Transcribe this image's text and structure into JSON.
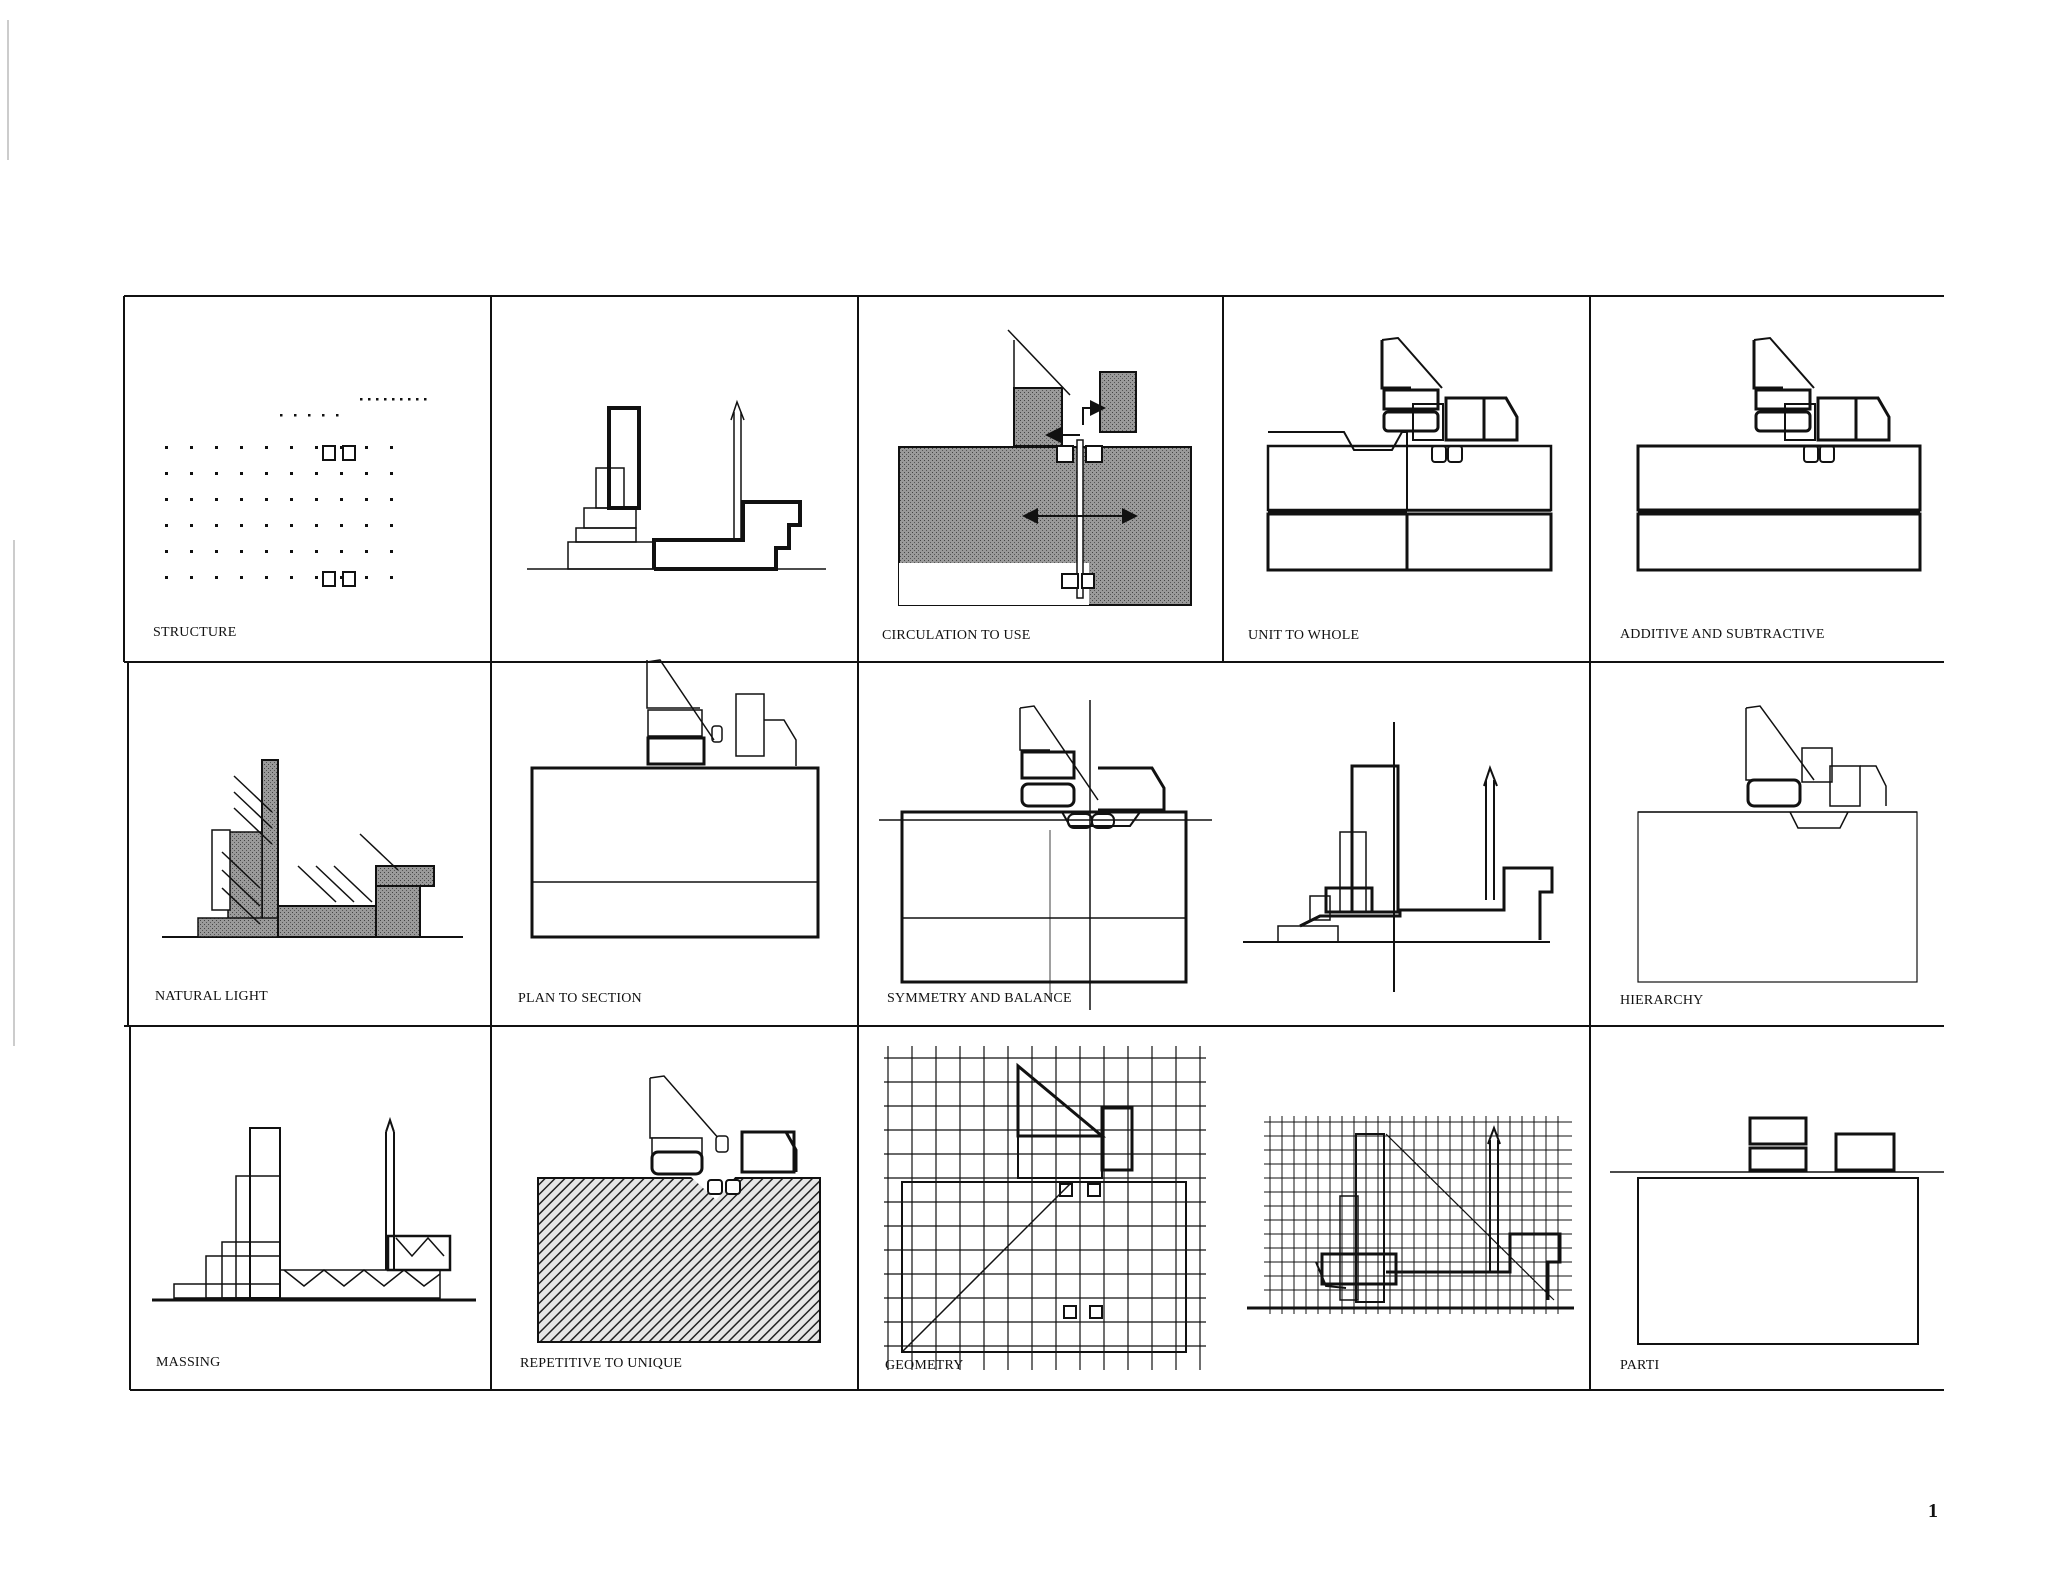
{
  "page": {
    "page_number": "1",
    "cells": [
      {
        "label": "STRUCTURE"
      },
      {
        "label": ""
      },
      {
        "label": "CIRCULATION TO USE"
      },
      {
        "label": "UNIT TO WHOLE"
      },
      {
        "label": "ADDITIVE AND SUBTRACTIVE"
      },
      {
        "label": "NATURAL LIGHT"
      },
      {
        "label": "PLAN TO SECTION"
      },
      {
        "label": "SYMMETRY AND BALANCE"
      },
      {
        "label": ""
      },
      {
        "label": "HIERARCHY"
      },
      {
        "label": "MASSING"
      },
      {
        "label": "REPETITIVE TO UNIQUE"
      },
      {
        "label": "GEOMETRY"
      },
      {
        "label": ""
      },
      {
        "label": "PARTI"
      }
    ]
  },
  "colors": {
    "ink": "#111111",
    "tone": "#8a8a8a",
    "paper": "#ffffff"
  }
}
